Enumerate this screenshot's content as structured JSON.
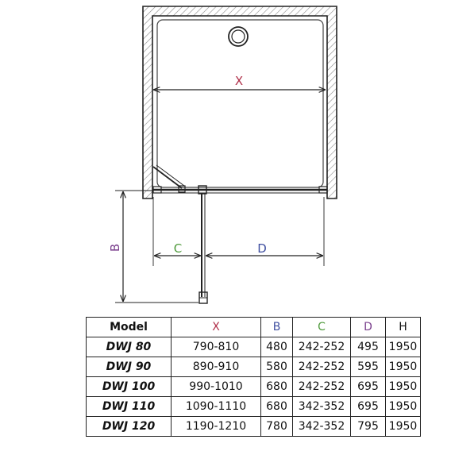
{
  "diagram": {
    "labels": {
      "x": "X",
      "b": "B",
      "c": "C",
      "d": "D"
    },
    "colors": {
      "x": "#b0304a",
      "b": "#7a3f8c",
      "c": "#4f9a3c",
      "d": "#3f4fa0",
      "line": "#222222",
      "hatch": "#888888"
    }
  },
  "table": {
    "headers": [
      "Model",
      "X",
      "B",
      "C",
      "D",
      "H"
    ],
    "header_colors": [
      "#111111",
      "#b0304a",
      "#3f4fa0",
      "#4f9a3c",
      "#7a3f8c",
      "#111111"
    ],
    "rows": [
      [
        "DWJ 80",
        "790-810",
        "480",
        "242-252",
        "495",
        "1950"
      ],
      [
        "DWJ 90",
        "890-910",
        "580",
        "242-252",
        "595",
        "1950"
      ],
      [
        "DWJ 100",
        "990-1010",
        "680",
        "242-252",
        "695",
        "1950"
      ],
      [
        "DWJ 110",
        "1090-1110",
        "680",
        "342-352",
        "695",
        "1950"
      ],
      [
        "DWJ 120",
        "1190-1210",
        "780",
        "342-352",
        "795",
        "1950"
      ]
    ]
  }
}
